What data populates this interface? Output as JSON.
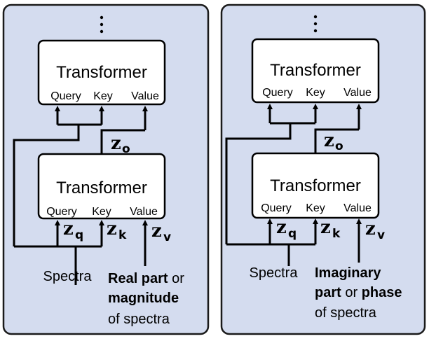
{
  "left_panel": {
    "top_transformer": {
      "title": "Transformer",
      "query": "Query",
      "key": "Key",
      "value": "Value"
    },
    "bottom_transformer": {
      "title": "Transformer",
      "query": "Query",
      "key": "Key",
      "value": "Value"
    },
    "z_o": {
      "base": "z",
      "sub": "o"
    },
    "z_q": {
      "base": "z",
      "sub": "q"
    },
    "z_k": {
      "base": "z",
      "sub": "k"
    },
    "z_v": {
      "base": "z",
      "sub": "v"
    },
    "input_left": "Spectra",
    "input_right": {
      "line1_bold": "Real part",
      "line1_rest": " or",
      "line2_bold": "magnitude",
      "line3": "of spectra"
    }
  },
  "right_panel": {
    "top_transformer": {
      "title": "Transformer",
      "query": "Query",
      "key": "Key",
      "value": "Value"
    },
    "bottom_transformer": {
      "title": "Transformer",
      "query": "Query",
      "key": "Key",
      "value": "Value"
    },
    "z_o": {
      "base": "z",
      "sub": "o"
    },
    "z_q": {
      "base": "z",
      "sub": "q"
    },
    "z_k": {
      "base": "z",
      "sub": "k"
    },
    "z_v": {
      "base": "z",
      "sub": "v"
    },
    "input_left": "Spectra",
    "input_right": {
      "line1_bold": "Imaginary",
      "line2_bold": "part",
      "line2_rest": " or ",
      "line2_bold2": "phase",
      "line3": "of spectra"
    }
  },
  "colors": {
    "panel_fill": "#d4dcef",
    "panel_stroke": "#1a1a1a",
    "box_fill": "#ffffff"
  }
}
